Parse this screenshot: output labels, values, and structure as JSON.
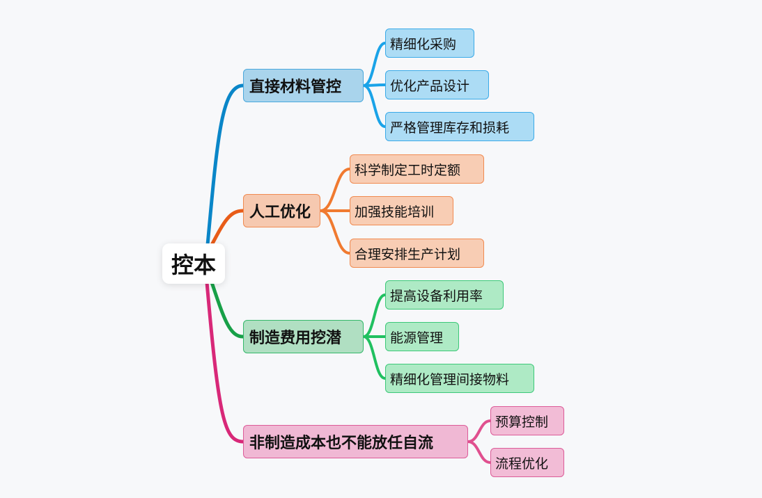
{
  "root": {
    "label": "控本"
  },
  "branches": [
    {
      "label": "直接材料管控",
      "color": "#0a86c8",
      "child_line": "#1aa3e8",
      "bg": "#a9d4ec",
      "border": "#4aa8dc",
      "child_bg": "#acdcf5",
      "child_border": "#3aaae8",
      "children": [
        "精细化采购",
        "优化产品设计",
        "严格管理库存和损耗"
      ]
    },
    {
      "label": "人工优化",
      "color": "#e85c18",
      "child_line": "#f07a30",
      "bg": "#f6c9b0",
      "border": "#f08a50",
      "child_bg": "#f8cdb4",
      "child_border": "#f08a50",
      "children": [
        "科学制定工时定额",
        "加强技能培训",
        "合理安排生产计划"
      ]
    },
    {
      "label": "制造费用挖潜",
      "color": "#18a048",
      "child_line": "#20c060",
      "bg": "#b0dfc2",
      "border": "#34b86a",
      "child_bg": "#aeeac5",
      "child_border": "#3cc878",
      "children": [
        "提高设备利用率",
        "能源管理",
        "精细化管理间接物料"
      ]
    },
    {
      "label": "非制造成本也不能放任自流",
      "color": "#d82878",
      "child_line": "#e0508f",
      "bg": "#f0b8d4",
      "border": "#dc5b98",
      "child_bg": "#f2bcd6",
      "child_border": "#dc5b98",
      "children": [
        "预算控制",
        "流程优化"
      ]
    }
  ]
}
